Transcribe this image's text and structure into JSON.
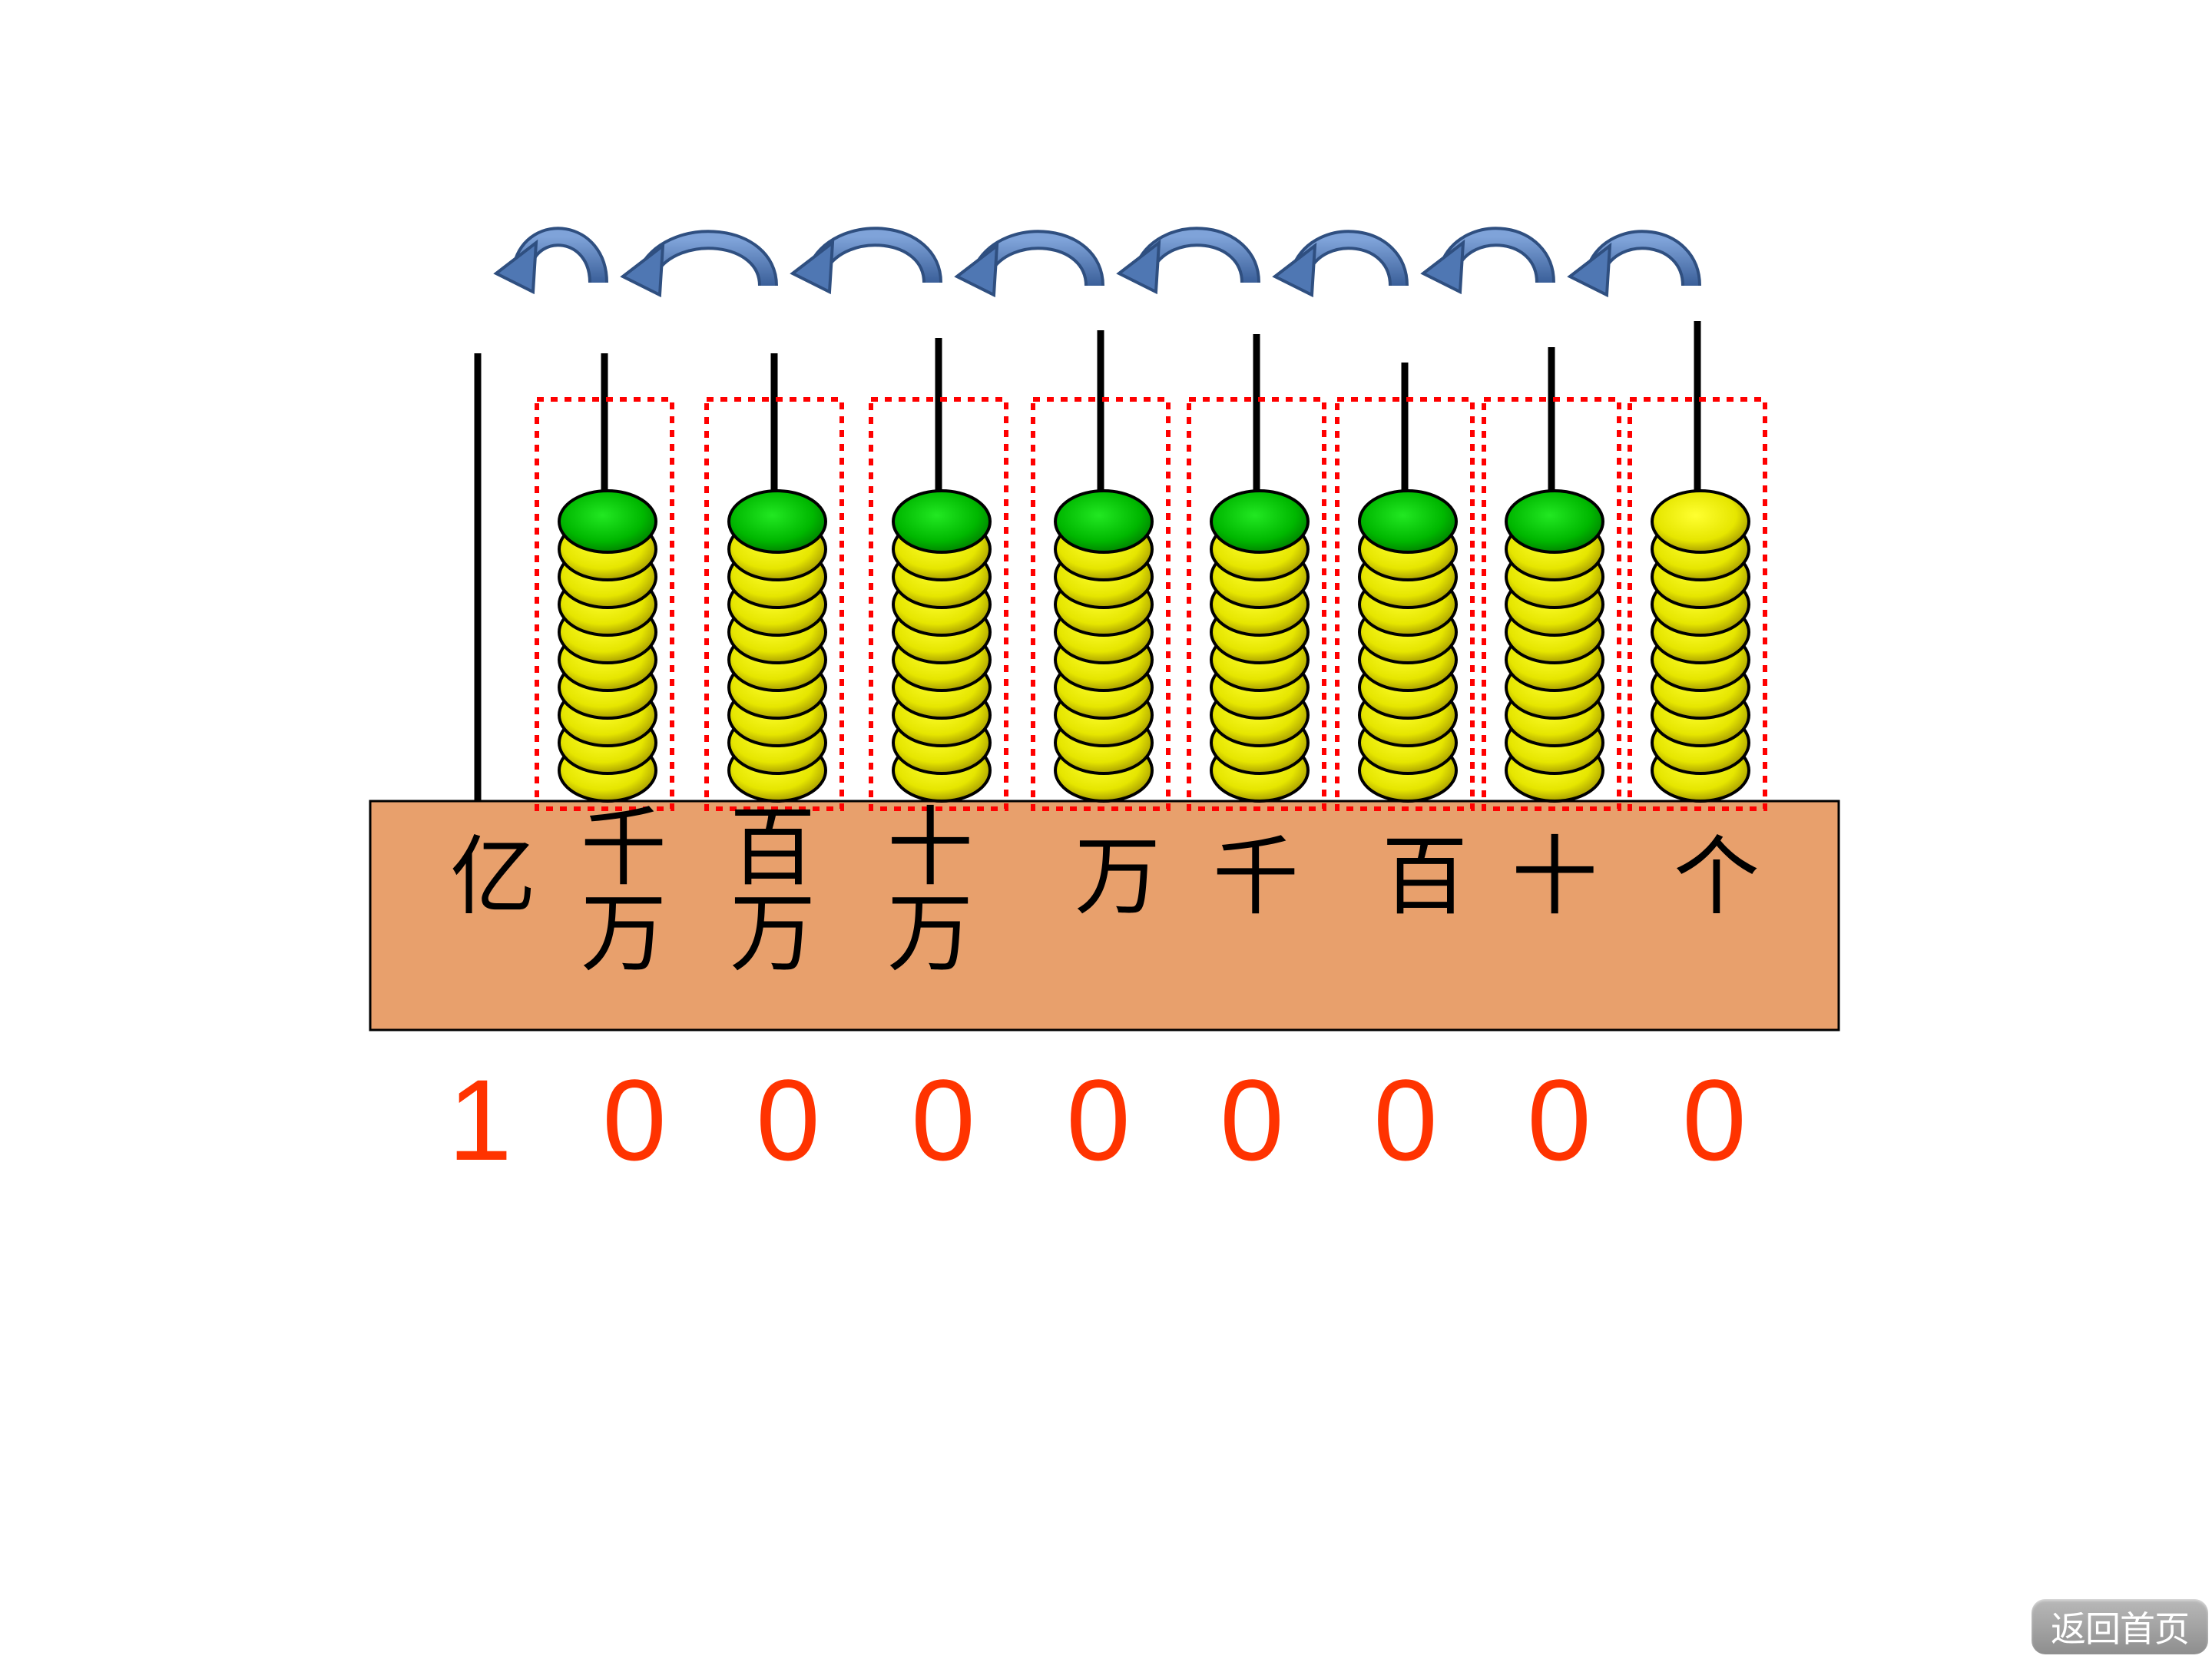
{
  "abacus": {
    "columns": [
      {
        "place": [
          "亿"
        ],
        "digit": "1",
        "beads": 0,
        "carried": false
      },
      {
        "place": [
          "千",
          "万"
        ],
        "digit": "0",
        "beads": 10,
        "carried": true
      },
      {
        "place": [
          "百",
          "万"
        ],
        "digit": "0",
        "beads": 10,
        "carried": true
      },
      {
        "place": [
          "十",
          "万"
        ],
        "digit": "0",
        "beads": 10,
        "carried": true
      },
      {
        "place": [
          "万"
        ],
        "digit": "0",
        "beads": 10,
        "carried": true
      },
      {
        "place": [
          "千"
        ],
        "digit": "0",
        "beads": 10,
        "carried": true
      },
      {
        "place": [
          "百"
        ],
        "digit": "0",
        "beads": 10,
        "carried": true
      },
      {
        "place": [
          "十"
        ],
        "digit": "0",
        "beads": 10,
        "carried": true
      },
      {
        "place": [
          "个"
        ],
        "digit": "0",
        "beads": 10,
        "carried": false
      }
    ],
    "colors": {
      "base": "#e8a06c",
      "bead_yellow": "#e6e600",
      "bead_green": "#00c000",
      "digit": "#ff3300",
      "arrow": "#4f77b3",
      "dashed_box": "#ff0000"
    }
  },
  "nav": {
    "return_home": "返回首页"
  }
}
